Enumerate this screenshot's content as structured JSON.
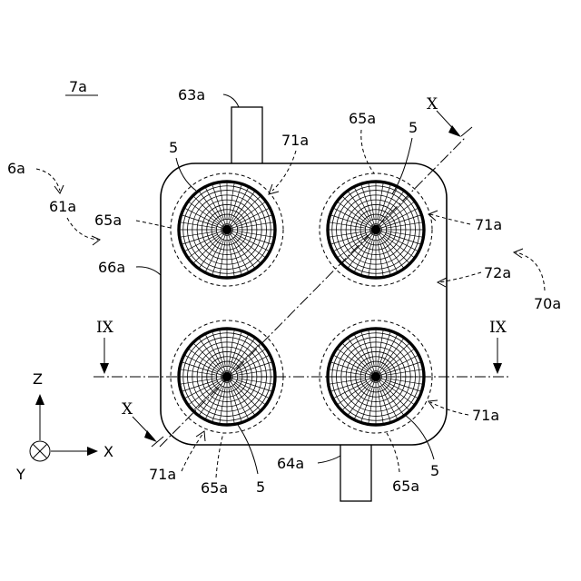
{
  "figure_label": "7a",
  "labels": {
    "l63a": "63a",
    "l65a_top": "65a",
    "l5_top_right": "5",
    "l5_top_left": "5",
    "l71a_top": "71a",
    "l6a": "6a",
    "l61a": "61a",
    "l65a_left": "65a",
    "l71a_right_top": "71a",
    "l66a": "66a",
    "l72a": "72a",
    "l70a": "70a",
    "l71a_right_bottom": "71a",
    "l64a": "64a",
    "l71a_bottom": "71a",
    "l65a_bottom_left": "65a",
    "l5_bottom_mid": "5",
    "l65a_bottom_right": "65a",
    "l5_bottom_right": "5"
  },
  "section_marks": {
    "ix_left": "IX",
    "ix_right": "IX",
    "x_top": "X",
    "x_bottom": "X"
  },
  "axes": {
    "z": "Z",
    "x": "X",
    "y": "Y"
  }
}
